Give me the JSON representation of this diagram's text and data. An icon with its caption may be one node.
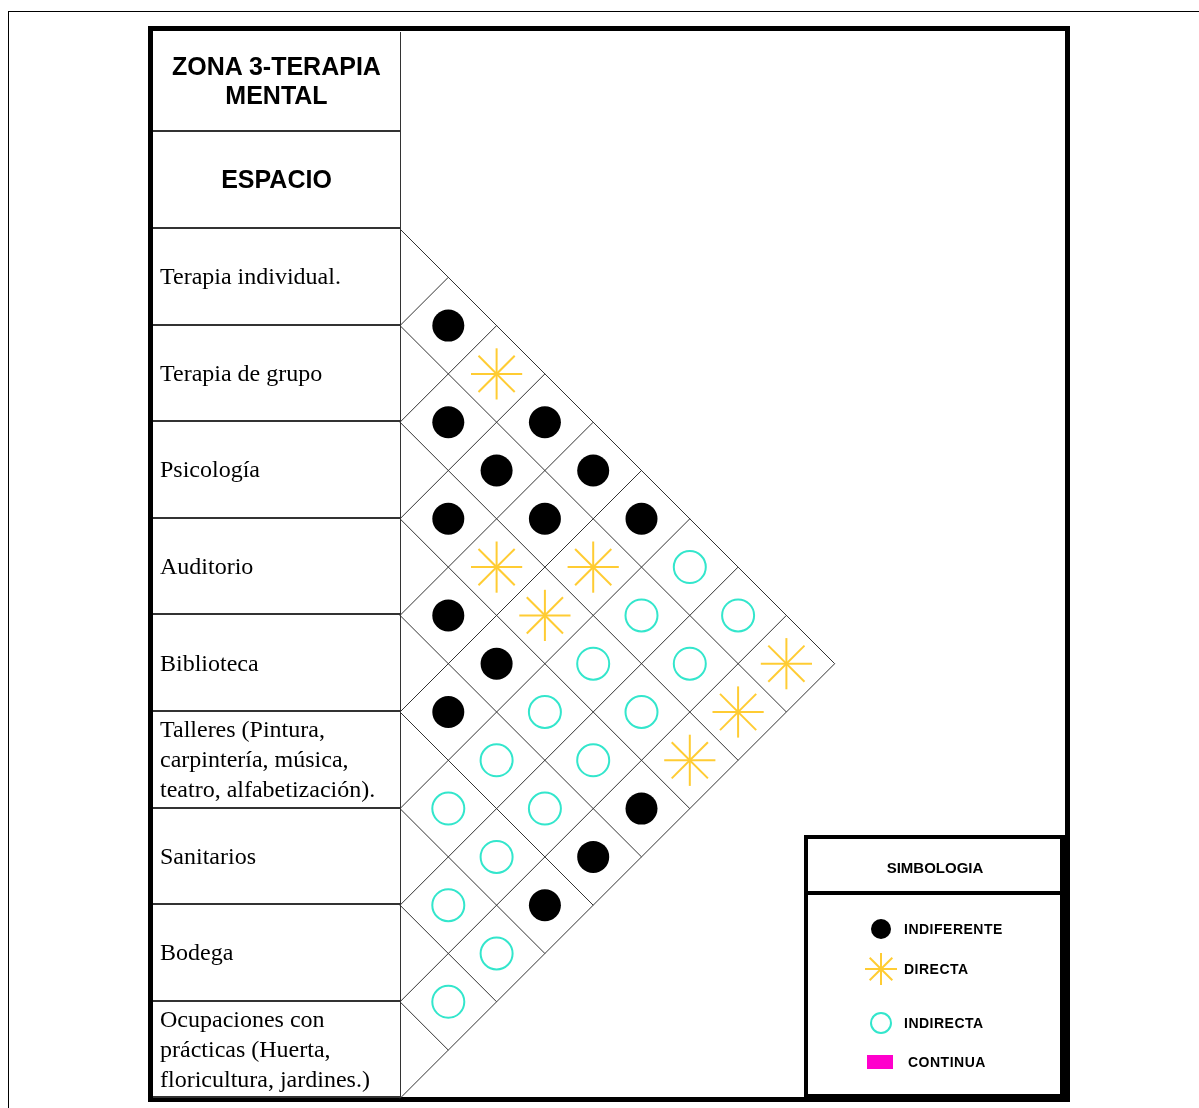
{
  "diagram": {
    "nodes": [
      {
        "text": [
          "ZONA 3-TERAPIA MENTAL"
        ]
      },
      {
        "text": [
          "ESPACIO"
        ]
      },
      {
        "text": [
          "Terapia individual."
        ]
      },
      {
        "text": [
          "Terapia de grupo"
        ]
      },
      {
        "text": [
          "Psicología"
        ]
      },
      {
        "text": [
          "Auditorio"
        ]
      },
      {
        "text": [
          "Biblioteca"
        ]
      },
      {
        "text": [
          "Talleres (Pintura, carpintería, música, teatro, alfabetización)."
        ]
      },
      {
        "text": [
          "Sanitarios"
        ]
      },
      {
        "text": [
          "Bodega"
        ]
      },
      {
        "text": [
          "Ocupaciones con prácticas (Huerta, floricultura, jardines.)"
        ]
      }
    ],
    "labels": [
      "SIMBOLOGIA"
    ],
    "legend": [
      {
        "text": "INDIFERENTE"
      },
      {
        "text": "DIRECTA"
      },
      {
        "text": "INDIRECTA"
      },
      {
        "text": "CONTINUA",
        "color": "#ff00cc"
      }
    ]
  }
}
